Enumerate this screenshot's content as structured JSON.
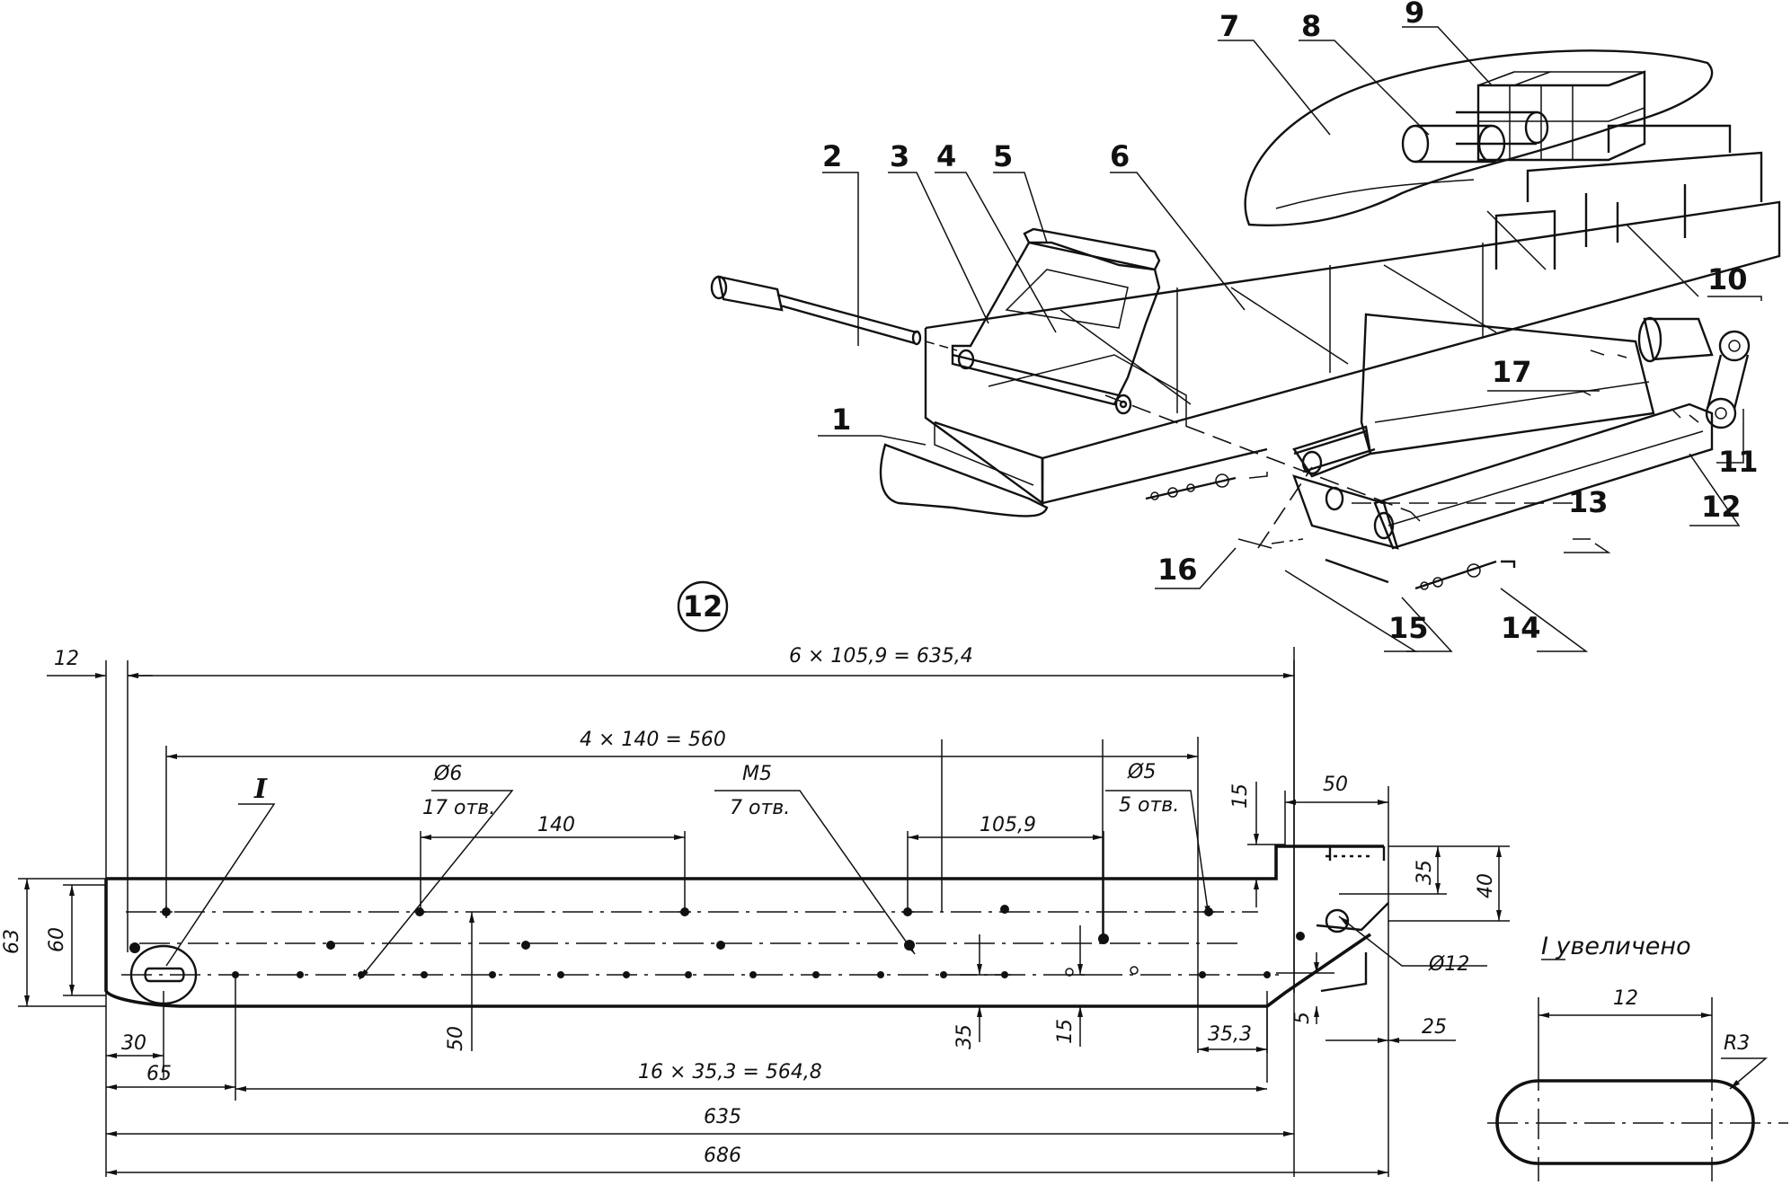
{
  "callouts": [
    "1",
    "2",
    "3",
    "4",
    "5",
    "6",
    "7",
    "8",
    "9",
    "10",
    "11",
    "12",
    "13",
    "14",
    "15",
    "16",
    "17"
  ],
  "part_label": "12",
  "dimensions": {
    "d12_top": "12",
    "top_total": "6 × 105,9 = 635,4",
    "second": "4 × 140 = 560",
    "d140": "140",
    "d105": "105,9",
    "d50_right": "50",
    "d15_v_top": "15",
    "d35_v_right": "35",
    "d40_v_right": "40",
    "d63": "63",
    "d60": "60",
    "d50_v_bottom": "50",
    "d35_v_bottom": "35",
    "d15_v_bottom": "15",
    "d35_3": "35,3",
    "d5": "5",
    "d25": "25",
    "d30": "30",
    "d65": "65",
    "d564": "16 × 35,3 = 564,8",
    "d635": "635",
    "d686": "686"
  },
  "notes": {
    "roman_I": "I",
    "phi6": "Ø6",
    "holes17": "17 отв.",
    "m5": "M5",
    "holes7": "7 отв.",
    "phi5": "Ø5",
    "holes5": "5 отв.",
    "phi12": "Ø12"
  },
  "detail": {
    "title": "I увеличено",
    "width": "12",
    "radius": "R3"
  }
}
